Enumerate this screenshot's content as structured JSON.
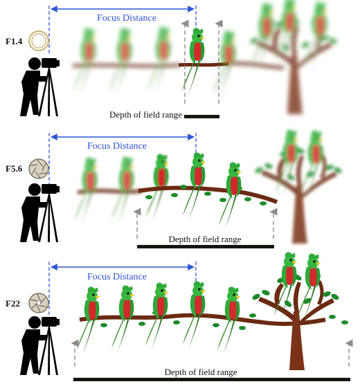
{
  "panels": [
    {
      "id": "f14",
      "aperture_label": "F1.4",
      "focus_distance_label": "Focus Distance",
      "dof_label": "Depth of field range"
    },
    {
      "id": "f56",
      "aperture_label": "F5.6",
      "focus_distance_label": "Focus Distance",
      "dof_label": "Depth of field range"
    },
    {
      "id": "f22",
      "aperture_label": "F22",
      "focus_distance_label": "Focus Distance",
      "dof_label": "Depth of field range"
    }
  ],
  "colors": {
    "focus_arrow": "#2f55d4",
    "dof_bar": "#1a1410",
    "branch": "#6b2a12",
    "trunk": "#7a3218",
    "leaf": "#1e8a2a",
    "bird_green": "#2faa3a",
    "bird_red": "#d12a2a",
    "photographer": "#000000",
    "guide_arrow": "#888888"
  },
  "icons": [
    "camera-photographer-icon",
    "aperture-icon",
    "quetzal-bird-icon",
    "tree-icon"
  ]
}
